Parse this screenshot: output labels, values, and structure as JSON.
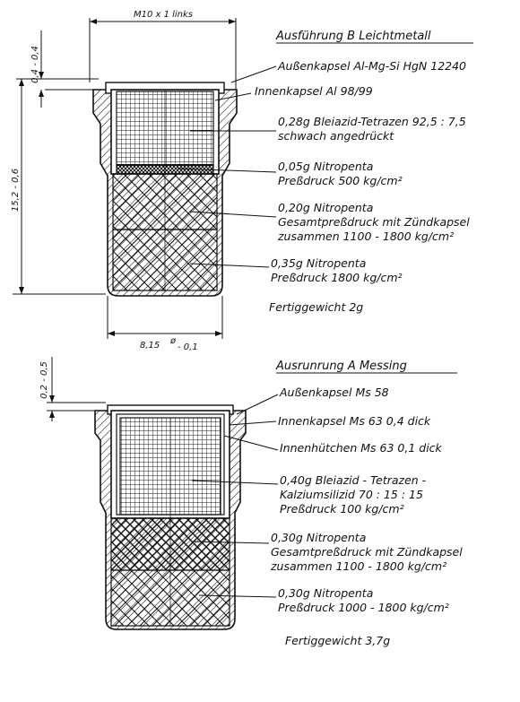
{
  "variant_b": {
    "title": "Ausführung B  Leichtmetall",
    "dim_top": "M10 x 1 links",
    "dim_left_small": "0,4 - 0,4",
    "dim_left_large": "15,2 - 0,6",
    "dim_bottom_main": "8,15",
    "dim_bottom_tol": "- 0,1",
    "labels": [
      [
        "Außenkapsel  Al-Mg-Si  HgN 12240"
      ],
      [
        "Innenkapsel  Al 98/99"
      ],
      [
        "0,28g  Bleiazid-Tetrazen  92,5 : 7,5",
        "schwach angedrückt"
      ],
      [
        "0,05g  Nitropenta",
        "Preßdruck  500 kg/cm²"
      ],
      [
        "0,20g  Nitropenta",
        "Gesamtpreßdruck mit Zündkapsel",
        "zusammen  1100 - 1800 kg/cm²"
      ],
      [
        "0,35g  Nitropenta",
        "Preßdruck  1800 kg/cm²"
      ]
    ],
    "weight": "Fertiggewicht  2g"
  },
  "variant_a": {
    "title": "Ausrunrung A  Messing",
    "dim_left": "0,2 - 0,5",
    "labels": [
      [
        "Außenkapsel  Ms 58"
      ],
      [
        "Innenkapsel  Ms 63   0,4 dick"
      ],
      [
        "Innenhütchen  Ms 63   0,1 dick"
      ],
      [
        "0,40g  Bleiazid - Tetrazen -",
        "Kalziumsilizid  70 : 15 : 15",
        "Preßdruck  100 kg/cm²"
      ],
      [
        "0,30g  Nitropenta",
        "Gesamtpreßdruck mit Zündkapsel",
        "zusammen  1100 - 1800 kg/cm²"
      ],
      [
        "0,30g  Nitropenta",
        "Preßdruck  1000 - 1800 kg/cm²"
      ]
    ],
    "weight": "Fertiggewicht  3,7g"
  }
}
